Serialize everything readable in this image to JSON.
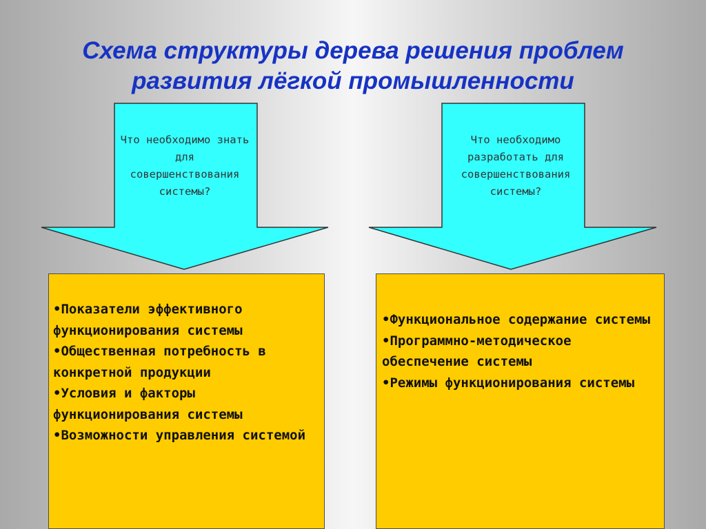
{
  "title": {
    "line1": "Схема структуры дерева решения проблем",
    "line2": "развития лёгкой промышленности"
  },
  "colors": {
    "title": "#1633c4",
    "arrow_fill": "#33ffff",
    "box_fill": "#ffcc00",
    "outline": "#333333"
  },
  "left": {
    "question_lines": [
      "Что необходимо знать",
      "для",
      "совершенствования",
      "системы?"
    ],
    "items": [
      "•Показатели эффективного функционирования системы",
      "•Общественная потребность в конкретной продукции",
      "•Условия и факторы функционирования системы",
      "•Возможности управления системой"
    ]
  },
  "right": {
    "question_lines": [
      "Что необходимо",
      "разработать для",
      "совершенствования",
      "системы?"
    ],
    "items": [
      "•Функциональное содержание системы",
      "•Программно-методическое обеспечение системы",
      "•Режимы функционирования системы"
    ]
  }
}
